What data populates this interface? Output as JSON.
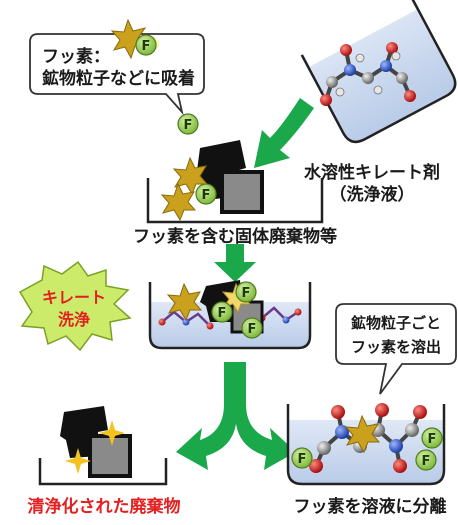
{
  "callouts": {
    "adsorb_line1": "フッ素：",
    "adsorb_line2": "鉱物粒子などに吸着",
    "dissolve_line1": "鉱物粒子ごと",
    "dissolve_line2": "フッ素を溶出"
  },
  "labels": {
    "chelating_agent_line1": "水溶性キレート剤",
    "chelating_agent_line2": "（洗浄液）",
    "solid_waste": "フッ素を含む固体廃棄物等",
    "separation": "フッ素を溶液に分離",
    "cleaned_waste": "清浄化された廃棄物"
  },
  "burst": {
    "line1": "キレート",
    "line2": "洗浄"
  },
  "marker_letter": "F",
  "colors": {
    "arrow_green": "#1aa84a",
    "marker_green": "#8cc63f",
    "star_gold": "#c8a21c",
    "burst_fill": "#cdeb6a",
    "accent_red": "#e32020",
    "solution_blue": "#c9d8ee"
  }
}
